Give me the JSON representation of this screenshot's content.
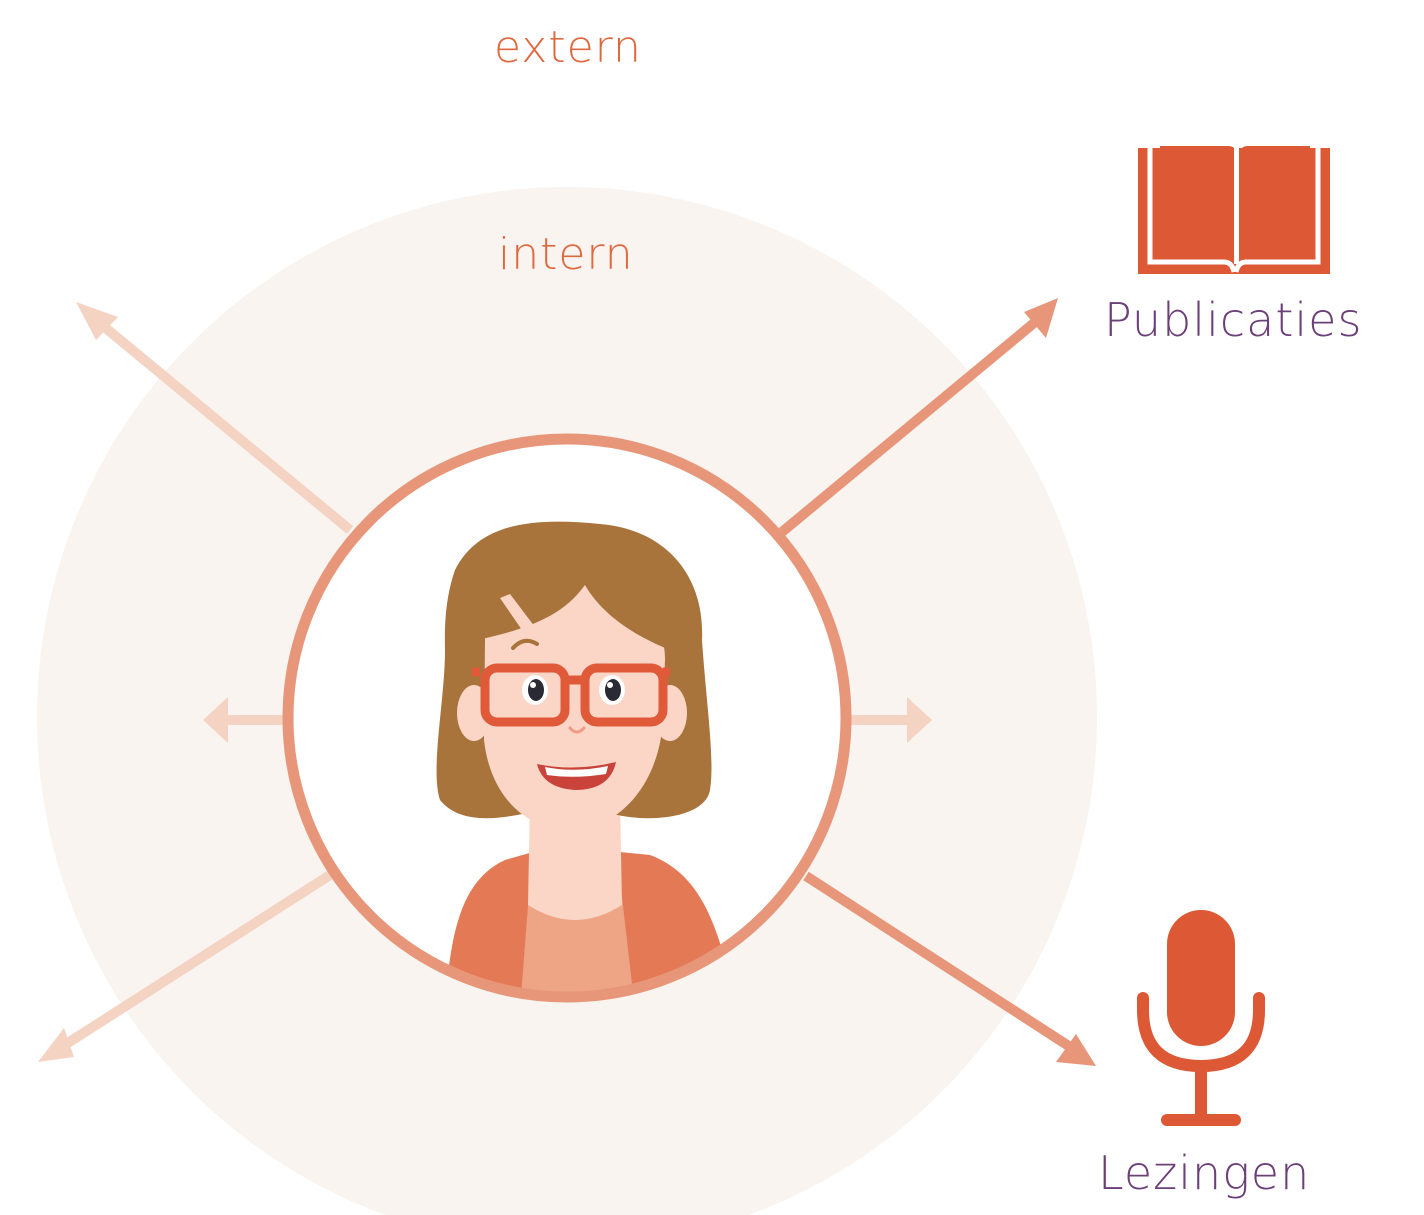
{
  "labels": {
    "extern": "extern",
    "intern": "intern",
    "publicaties": "Publicaties",
    "lezingen": "Lezingen"
  },
  "icons": {
    "publicaties": "open-book-icon",
    "lezingen": "microphone-icon",
    "center": "woman-with-glasses-avatar"
  },
  "colors": {
    "inner_zone_fill": "#f9f4ef",
    "ring_and_strong_arrows": "#e8967a",
    "faded_arrows": "#f5d3c3",
    "icons": "#dd5834",
    "zone_labels": "#e0683f",
    "channel_labels": "#6b3f78",
    "hair": "#a8743c",
    "skin": "#fbd6c7",
    "glasses": "#e05a3a",
    "jacket": "#e47a55"
  }
}
